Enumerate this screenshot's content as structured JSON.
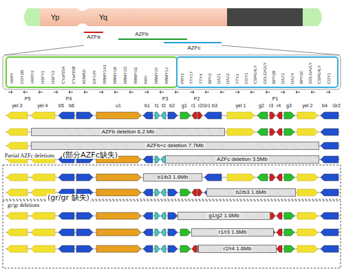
{
  "diagram": {
    "nodes": [
      {
        "text": [
          "XKRY",
          "CDY2B",
          "XKRY2",
          "HSFY1",
          "HSFY2",
          "CYorf15A",
          "CYorf15B",
          "KDM5D",
          "EIF1AY",
          "RBMY1A1",
          "RBMY1B",
          "RBMY1D",
          "RBMY1E",
          "PRY",
          "RBMY1F",
          "RBMY1J"
        ]
      },
      {
        "text": [
          "PRY2",
          "TTY17",
          "TTY4",
          "BPY2",
          "DAZ1",
          "DAZ2",
          "TTY3",
          "CDY1",
          "CSPG4LY",
          "GOLGA2LY",
          "BPY2B",
          "DAZ3",
          "DAZ4",
          "BPY2C",
          "GOLGA2LY",
          "CSPG4LY",
          "CDY1"
        ]
      },
      {
        "text": [
          "AZFb deletion 6.2 Mb"
        ]
      },
      {
        "text": [
          "AZFb+c deletion 7.7Mb"
        ]
      },
      {
        "text": [
          "AZFc deletion 3.5Mb"
        ]
      },
      {
        "text": [
          "b1/b3 1.6Mb"
        ]
      },
      {
        "text": [
          "b2/b3 1.6Mb"
        ]
      },
      {
        "text": [
          "g1/g2 1.6Mb"
        ]
      },
      {
        "text": [
          "r1/r3 1.6Mb"
        ]
      },
      {
        "text": [
          "r2/r4 1.6Mb"
        ]
      }
    ],
    "labels": [
      "Yp",
      "Yq",
      "AZFa",
      "AZFb",
      "AZFc",
      "P5",
      "P4",
      "P3",
      "P2",
      "P1",
      "yel 3",
      "yel 4",
      "b5",
      "b6",
      "u1",
      "b1",
      "t1",
      "t2",
      "b2",
      "g1",
      "r1",
      "r2",
      "Gr1",
      "b3",
      "yel 1",
      "g2",
      "r3",
      "r4",
      "g3",
      "yel 2",
      "b4",
      "Gr2",
      "Partial AZFc deletions",
      "(部分AZFc缺失)",
      "gr/gr deletions",
      "(gr/gr 缺失)"
    ]
  }
}
